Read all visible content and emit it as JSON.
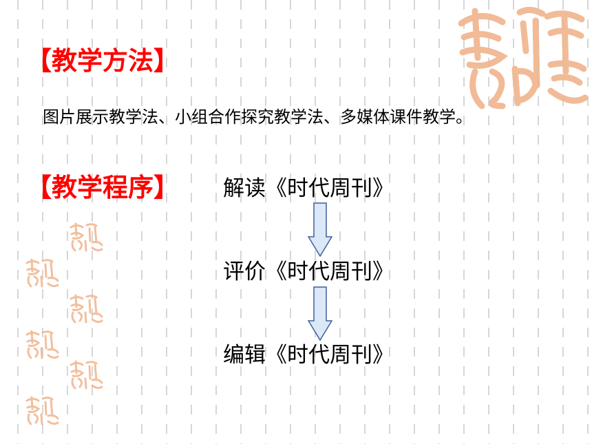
{
  "slide": {
    "method_heading": "【教学方法】",
    "method_text": "图片展示教学法、小组合作探究教学法、多媒体课件教学。",
    "procedure_heading": "【教学程序】",
    "steps": [
      {
        "label": "解读《时代周刊》"
      },
      {
        "label": "评价《时代周刊》"
      },
      {
        "label": "编辑《时代周刊》"
      }
    ]
  },
  "colors": {
    "heading_red": "#ff0000",
    "text": "#000000",
    "grid_line": "#d6d6d6",
    "arrow_fill": "#dbe8f7",
    "arrow_stroke": "#3d5f99",
    "stamp": "#f0b48c"
  },
  "icons": {
    "arrow": "down-arrow-icon",
    "stamp": "auspicious-seal-icon"
  }
}
